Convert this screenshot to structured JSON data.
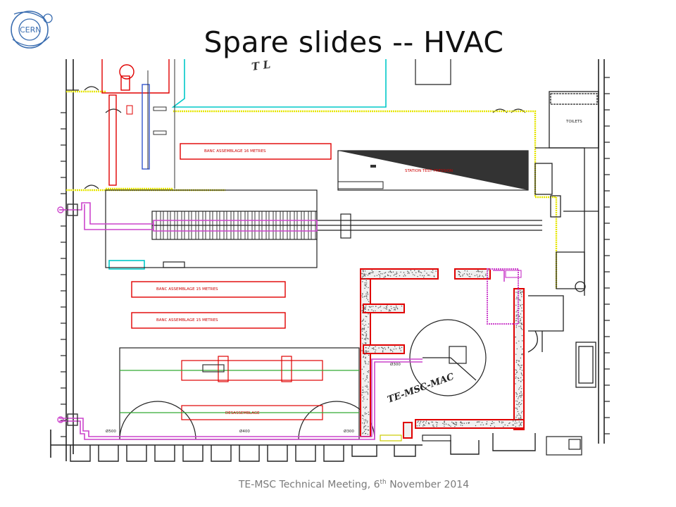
{
  "slide": {
    "title": "Spare slides -- HVAC",
    "footer_main": "TE-MSC Technical Meeting, 6",
    "footer_sup": "th",
    "footer_rest": " November 2014"
  },
  "logo": {
    "text": "CERN"
  },
  "plan": {
    "labels": {
      "banc_top": "BANC ASSEMBLAGE 16 METRES",
      "banc_mid1": "BANC ASSEMBLAGE 15 METRES",
      "banc_mid2": "BANC ASSEMBLAGE 15 METRES",
      "station": "STATION TEST PRESSION",
      "toilets": "TOILETS",
      "magnet": "TE-MSC-MAC",
      "partial_top": "T L",
      "d300a": "Ø300",
      "d500": "Ø500",
      "d400": "Ø400",
      "d300b": "Ø300"
    },
    "colors": {
      "wall": "#222222",
      "hvac_duct": "#cc44cc",
      "radiation_wall": "#e00000",
      "yellow_zone": "#e6e600",
      "cyan_zone": "#00cccc",
      "pump_red": "#e00000"
    }
  }
}
